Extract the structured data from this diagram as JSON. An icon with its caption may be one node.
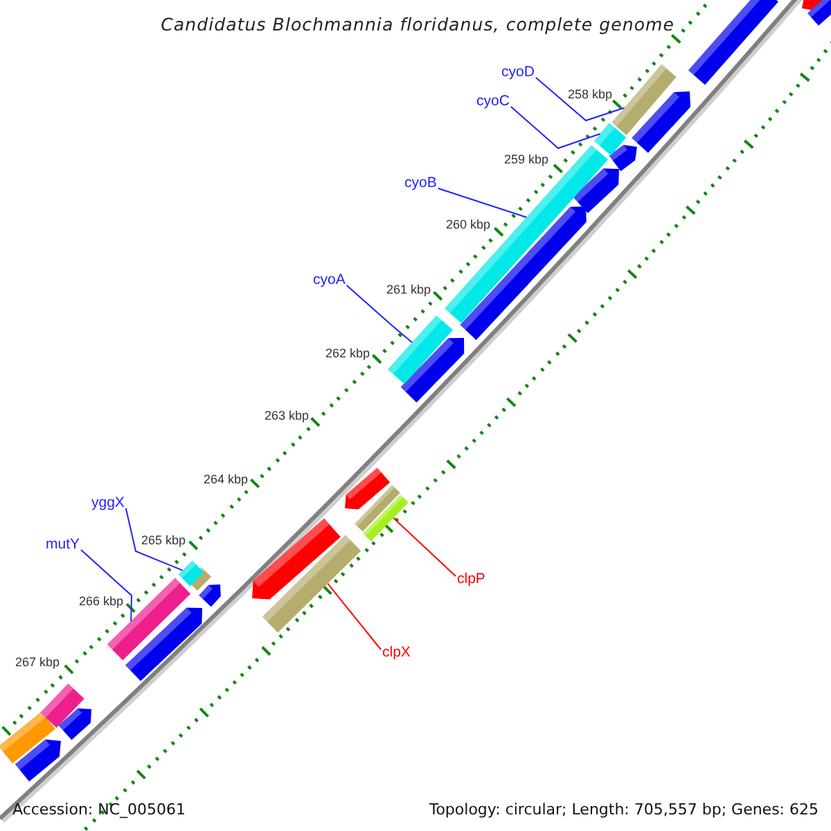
{
  "diagram": {
    "title": "Candidatus Blochmannia floridanus, complete genome",
    "nodes": [
      {
        "text": [
          "cyoD"
        ]
      },
      {
        "text": [
          "cyoC"
        ]
      },
      {
        "text": [
          "cyoB"
        ]
      },
      {
        "text": [
          "cyoA"
        ]
      },
      {
        "text": [
          "yggX"
        ]
      },
      {
        "text": [
          "mutY"
        ]
      },
      {
        "text": [
          "clpP"
        ]
      },
      {
        "text": [
          "clpX"
        ]
      },
      {
        "text": [],
        "shape": "bar"
      },
      {
        "text": [],
        "shape": "bar"
      },
      {
        "text": [],
        "shape": "bar"
      },
      {
        "text": [],
        "shape": "bar"
      },
      {
        "text": [],
        "shape": "bar"
      },
      {
        "text": [],
        "shape": "bar"
      },
      {
        "text": [],
        "shape": "bar"
      },
      {
        "text": [],
        "shape": "bar"
      }
    ],
    "edges": [
      {
        "from": 0,
        "to": 8,
        "arrow": "none"
      },
      {
        "from": 1,
        "to": 9,
        "arrow": "none"
      },
      {
        "from": 2,
        "to": 10,
        "arrow": "none"
      },
      {
        "from": 3,
        "to": 11,
        "arrow": "none"
      },
      {
        "from": 4,
        "to": 12,
        "arrow": "none"
      },
      {
        "from": 5,
        "to": 13,
        "arrow": "none"
      },
      {
        "from": 6,
        "to": 14,
        "arrow": "none",
        "color": "#ff0000"
      },
      {
        "from": 7,
        "to": 15,
        "arrow": "none",
        "color": "#ff0000"
      }
    ],
    "labels": [
      "258 kbp",
      "259 kbp",
      "260 kbp",
      "261 kbp",
      "262 kbp",
      "263 kbp",
      "264 kbp",
      "265 kbp",
      "266 kbp",
      "267 kbp",
      "Accession: NC_005061",
      "Topology: circular; Length: 705,557 bp; Genes: 625"
    ]
  }
}
